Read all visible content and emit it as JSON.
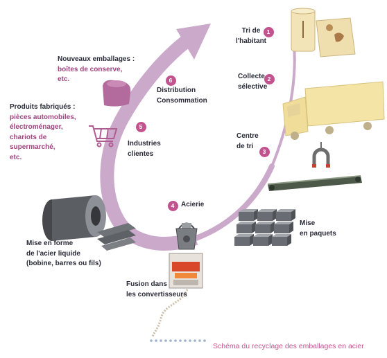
{
  "colors": {
    "accent": "#c2538f",
    "arrow": "#cba9cb",
    "text": "#2a2a38",
    "subtext": "#a0447f"
  },
  "steps": {
    "tri": {
      "number": "1",
      "line1": "Tri de",
      "line2": "l'habitant"
    },
    "collecte": {
      "number": "2",
      "line1": "Collecte",
      "line2": "sélective"
    },
    "centre": {
      "number": "3",
      "line1": "Centre",
      "line2": "de tri"
    },
    "acierie": {
      "number": "4",
      "label": "Acierie"
    },
    "industries": {
      "number": "5",
      "line1": "Industries",
      "line2": "clientes"
    },
    "distribution": {
      "number": "6",
      "line1": "Distribution",
      "line2": "Consommation"
    }
  },
  "mise_en_paquets": {
    "line1": "Mise",
    "line2": "en paquets"
  },
  "fusion": {
    "line1": "Fusion dans",
    "line2": "les convertisseurs"
  },
  "mise_en_forme": {
    "line1": "Mise en forme",
    "line2": "de l'acier liquide",
    "line3": "(bobine, barres ou fils)"
  },
  "nouveaux_emballages": {
    "heading": "Nouveaux emballages :",
    "lines": [
      "boîtes de conserve,",
      "etc."
    ]
  },
  "produits_fabriques": {
    "heading": "Produits fabriqués :",
    "lines": [
      "pièces automobiles,",
      "électroménager,",
      "chariots de",
      "supermarché,",
      "etc."
    ]
  },
  "caption": "Schéma du recyclage des emballages en acier"
}
